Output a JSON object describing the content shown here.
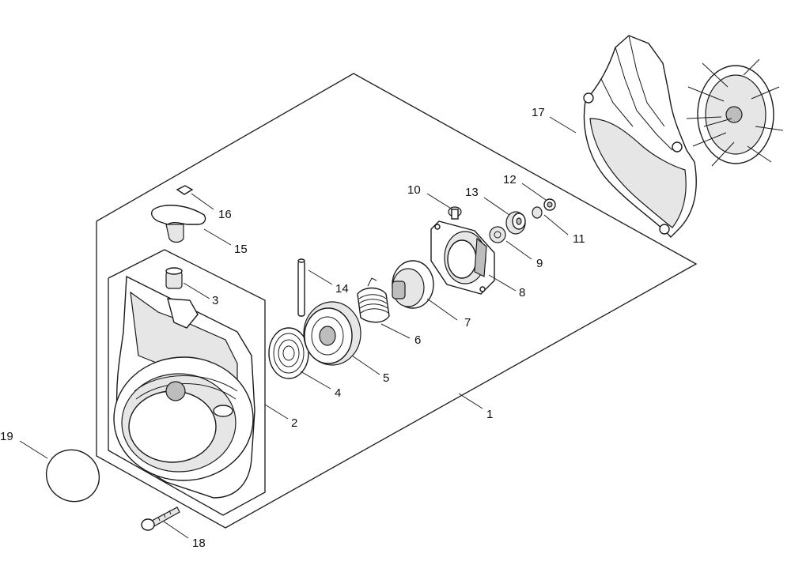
{
  "diagram": {
    "parts": [
      {
        "id": "p1",
        "label": "1"
      },
      {
        "id": "p2",
        "label": "2"
      },
      {
        "id": "p3",
        "label": "3"
      },
      {
        "id": "p4",
        "label": "4"
      },
      {
        "id": "p5",
        "label": "5"
      },
      {
        "id": "p6",
        "label": "6"
      },
      {
        "id": "p7",
        "label": "7"
      },
      {
        "id": "p8",
        "label": "8"
      },
      {
        "id": "p9",
        "label": "9"
      },
      {
        "id": "p10",
        "label": "10"
      },
      {
        "id": "p11",
        "label": "11"
      },
      {
        "id": "p12",
        "label": "12"
      },
      {
        "id": "p13",
        "label": "13"
      },
      {
        "id": "p14",
        "label": "14"
      },
      {
        "id": "p15",
        "label": "15"
      },
      {
        "id": "p16",
        "label": "16"
      },
      {
        "id": "p17",
        "label": "17"
      },
      {
        "id": "p18",
        "label": "18"
      },
      {
        "id": "p19",
        "label": "19"
      }
    ]
  }
}
